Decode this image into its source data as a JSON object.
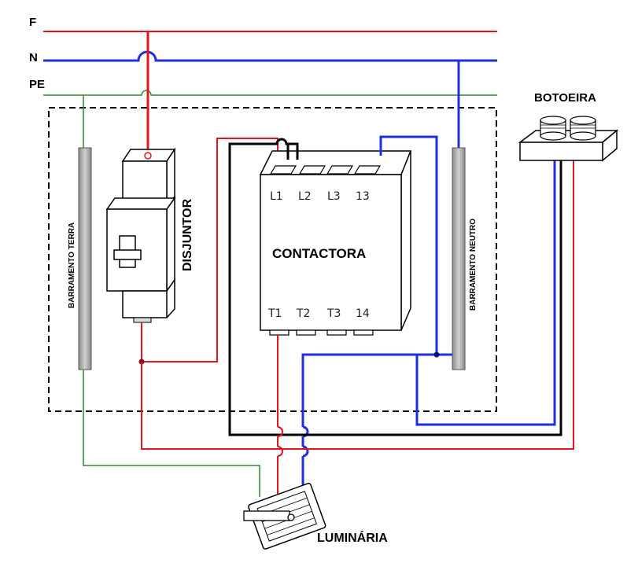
{
  "lines": [
    {
      "label": "F",
      "color": "#e8141c"
    },
    {
      "label": "N",
      "color": "#1f2fe0"
    },
    {
      "label": "PE",
      "color": "#2e8b2e"
    }
  ],
  "components": {
    "disjuntor": "DISJUNTOR",
    "contactora": "CONTACTORA",
    "barramento_terra": "BARRAMENTO TERRA",
    "barramento_neutro": "BARRAMENTO NEUTRO",
    "botoeira": "BOTOEIRA",
    "luminaria": "LUMINÁRIA"
  },
  "contactor_terminals": {
    "top": [
      "L1",
      "L2",
      "L3",
      "13"
    ],
    "bottom": [
      "T1",
      "T2",
      "T3",
      "14"
    ]
  },
  "wire_colors": {
    "phase": "#e8141c",
    "neutral": "#1f2fe0",
    "earth": "#2e8b2e",
    "return": "#000000"
  }
}
